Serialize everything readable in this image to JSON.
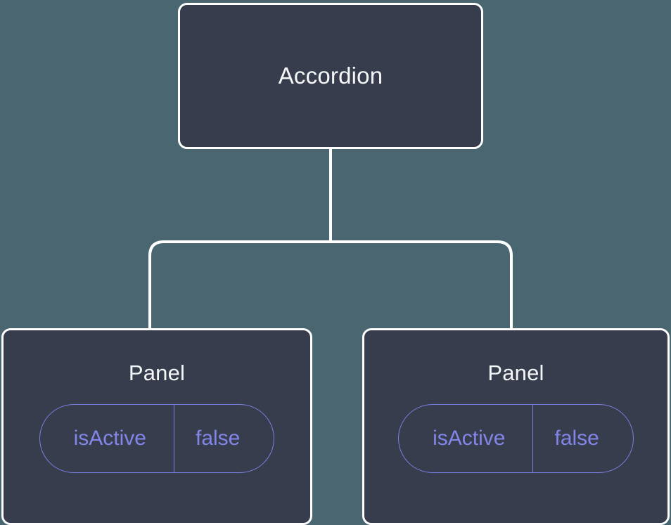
{
  "diagram": {
    "type": "component-tree",
    "background_color": "#4a6670",
    "node_fill_color": "#373d4c",
    "node_border_color": "#ffffff",
    "connector_color": "#ffffff",
    "badge_color": "#7b7fe0",
    "title_text_color": "#f4f6f8"
  },
  "root": {
    "label": "Accordion"
  },
  "children": [
    {
      "label": "Panel",
      "state": {
        "key": "isActive",
        "value": "false"
      }
    },
    {
      "label": "Panel",
      "state": {
        "key": "isActive",
        "value": "false"
      }
    }
  ]
}
